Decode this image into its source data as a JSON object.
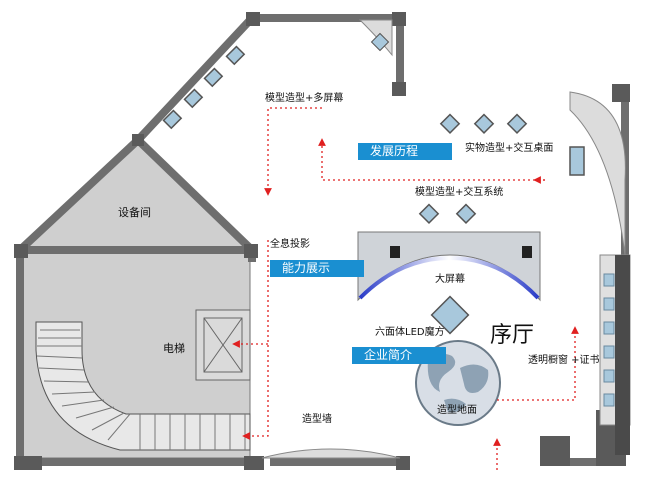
{
  "rooms": {
    "equipment": "设备间",
    "elevator": "电梯",
    "lobby": "序厅"
  },
  "zones": {
    "development": "发展历程",
    "capability": "能力展示",
    "company": "企业简介"
  },
  "labels": {
    "model_multiscreen": "模型造型+多屏幕",
    "physical_interactive": "实物造型+交互桌面",
    "model_interactive_system": "模型造型+交互系统",
    "holographic": "全息投影",
    "big_screen": "大屏幕",
    "led_cube": "六面体LED魔方",
    "feature_wall": "造型墙",
    "globe": "造型地面",
    "showcase": "透明橱窗 +证书"
  },
  "colors": {
    "wall": "#6e6e6e",
    "room_fill": "#cfcfcf",
    "zone_badge": "#1a8fd1",
    "route": "#e02020",
    "display_panel": "#a8c8dc"
  }
}
